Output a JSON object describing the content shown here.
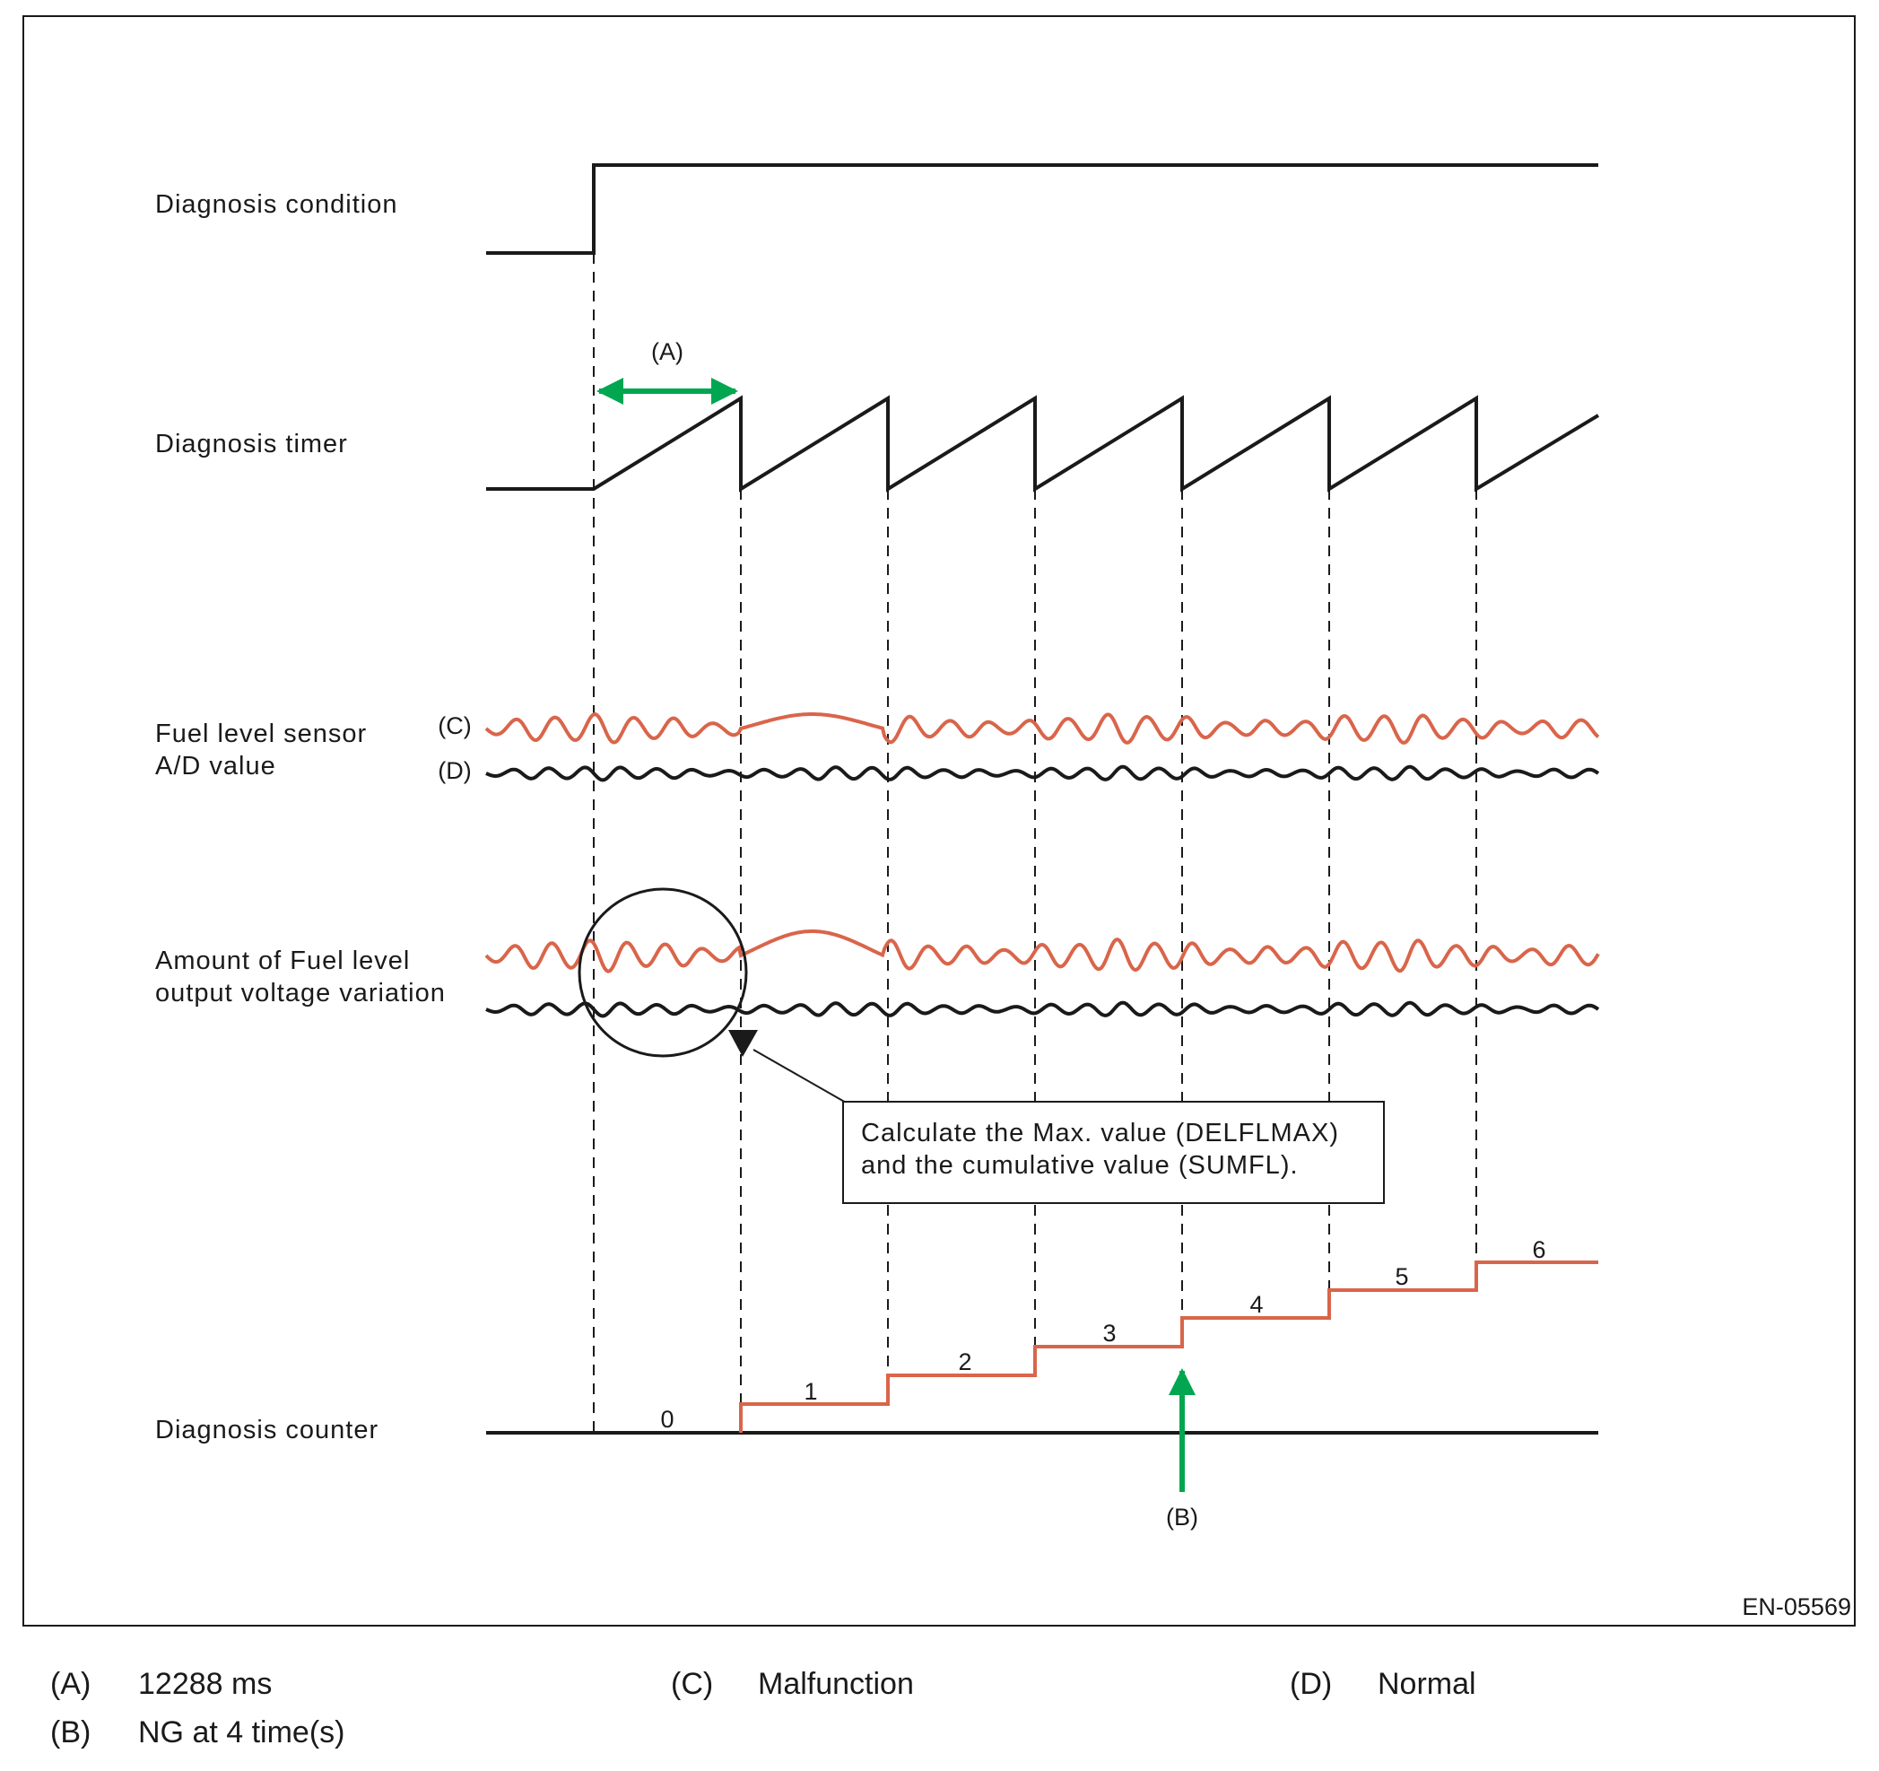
{
  "signals": {
    "diagnosis_condition": "Diagnosis condition",
    "diagnosis_timer": "Diagnosis timer",
    "fuel_sensor_line1": "Fuel level sensor",
    "fuel_sensor_line2": "A/D value",
    "variation_line1": "Amount of Fuel level",
    "variation_line2": "output voltage variation",
    "diagnosis_counter": "Diagnosis counter"
  },
  "markers": {
    "a": "(A)",
    "b": "(B)",
    "c": "(C)",
    "d": "(D)"
  },
  "callout": {
    "line1": "Calculate the Max. value (DELFLMAX)",
    "line2": "and the cumulative value (SUMFL)."
  },
  "counter_values": [
    "0",
    "1",
    "2",
    "3",
    "4",
    "5",
    "6"
  ],
  "figure_code": "EN-05569",
  "legend": {
    "a_key": "(A)",
    "a_text": "12288 ms",
    "b_key": "(B)",
    "b_text": "NG at 4 time(s)",
    "c_key": "(C)",
    "c_text": "Malfunction",
    "d_key": "(D)",
    "d_text": "Normal"
  },
  "colors": {
    "malfunction": "#d9654a",
    "normal": "#1a1a1a",
    "indicator": "#00a650"
  }
}
